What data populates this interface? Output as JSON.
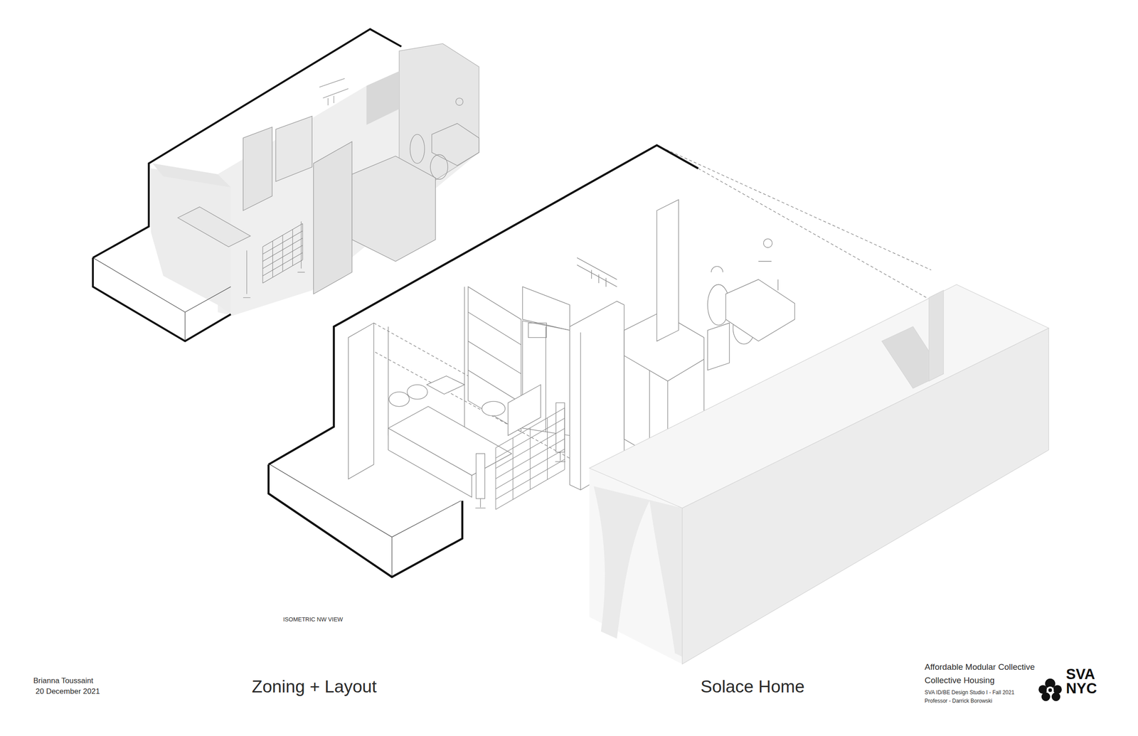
{
  "diagram": {
    "labels": [
      "ISOMETRIC NW VIEW",
      "Brianna Toussaint",
      "20 December 2021",
      "Zoning + Layout",
      "Solace Home",
      "Affordable Modular Collective",
      "Collective Housing",
      "SVA ID/BE Design Studio I - Fall 2021",
      "Professor - Darrick Borowski",
      "SVA",
      "NYC"
    ]
  }
}
